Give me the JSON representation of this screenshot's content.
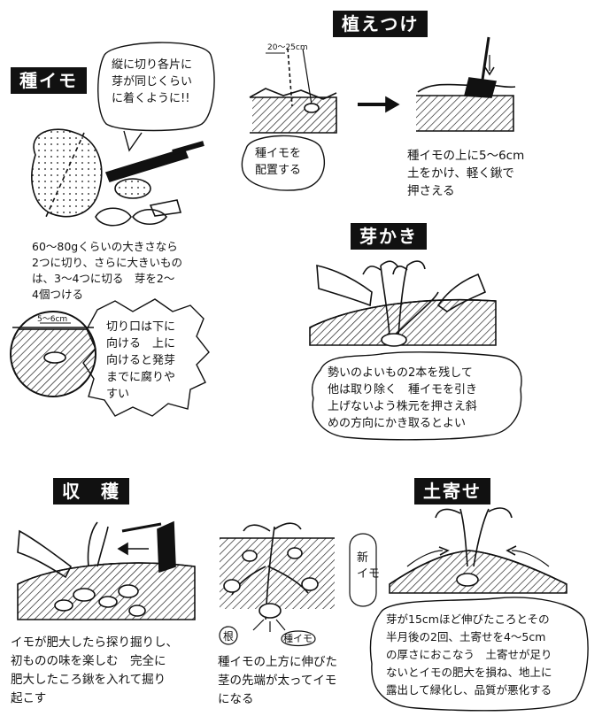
{
  "sections": {
    "tane_imo": {
      "title": "種イモ",
      "bubble": "縦に切り各片に\n芽が同じくらい\nに着くように!!",
      "description": "60～80gくらいの大きさなら\n2つに切り、さらに大きいもの\nは、3～4つに切る　芽を2～\n4個つける",
      "depth_label": "5～6cm",
      "cut_bubble": "切り口は下に\n向ける　上に\n向けると発芽\nまでに腐りや\nすい"
    },
    "uetsuke": {
      "title": "植えつけ",
      "spacing_label": "20～25cm",
      "place_bubble": "種イモを\n配置する",
      "description": "種イモの上に5～6cm\n土をかけ、軽く鍬で\n押さえる"
    },
    "megaki": {
      "title": "芽かき",
      "bubble": "勢いのよいもの2本を残して\n他は取り除く　種イモを引き\n上げないよう株元を押さえ斜\nめの方向にかき取るとよい"
    },
    "shukaku": {
      "title": "収　穫",
      "description": "イモが肥大したら探り掘りし、\n初ものの味を楽しむ　完全に\n肥大したころ鍬を入れて掘り\n起こす"
    },
    "roots": {
      "label_root": "根",
      "label_seed": "種イモ",
      "label_new": "新\nイモ",
      "description": "種イモの上方に伸びた\n茎の先端が太ってイモ\nになる"
    },
    "tsuchiyose": {
      "title": "土寄せ",
      "bubble": "芽が15cmほど伸びたころとその\n半月後の2回、土寄せを4～5cm\nの厚さにおこなう　土寄せが足り\nないとイモの肥大を損ね、地上に\n露出して緑化し、品質が悪化する"
    }
  }
}
